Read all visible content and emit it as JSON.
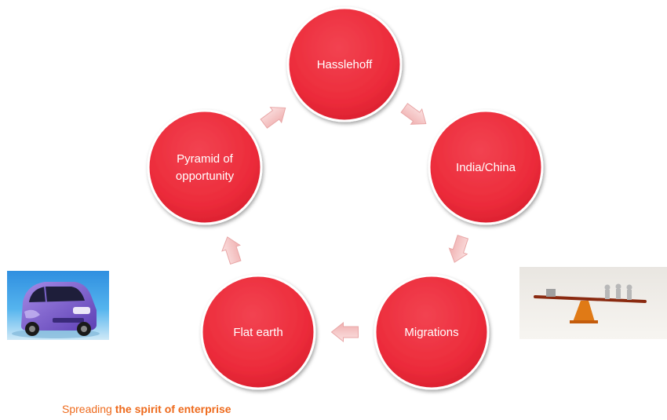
{
  "diagram": {
    "type": "cycle",
    "colors": {
      "node_fill": "#ee2d3c",
      "node_border": "#ffffff",
      "arrow_fill": "#f5c2c2",
      "arrow_stroke": "#e9a7a7",
      "label_color": "#ffffff"
    },
    "nodes": [
      {
        "id": "hasslehoff",
        "lines": [
          "Hasslehoff"
        ]
      },
      {
        "id": "india-china",
        "lines": [
          "India/China"
        ]
      },
      {
        "id": "migrations",
        "lines": [
          "Migrations"
        ]
      },
      {
        "id": "flat-earth",
        "lines": [
          "Flat earth"
        ]
      },
      {
        "id": "pyramid",
        "lines": [
          "Pyramid of",
          "opportunity"
        ]
      }
    ],
    "arrows": [
      {
        "from": "hasslehoff",
        "to": "india-china"
      },
      {
        "from": "india-china",
        "to": "migrations"
      },
      {
        "from": "migrations",
        "to": "flat-earth"
      },
      {
        "from": "flat-earth",
        "to": "pyramid"
      },
      {
        "from": "pyramid",
        "to": "hasslehoff"
      }
    ]
  },
  "images": [
    {
      "id": "tata-nano-car",
      "icon": "car-photo"
    },
    {
      "id": "seesaw-figures",
      "icon": "seesaw-photo"
    }
  ],
  "footer": {
    "prefix": "Spreading ",
    "emphasis": "the spirit of enterprise",
    "color": "#ee6a1c"
  }
}
